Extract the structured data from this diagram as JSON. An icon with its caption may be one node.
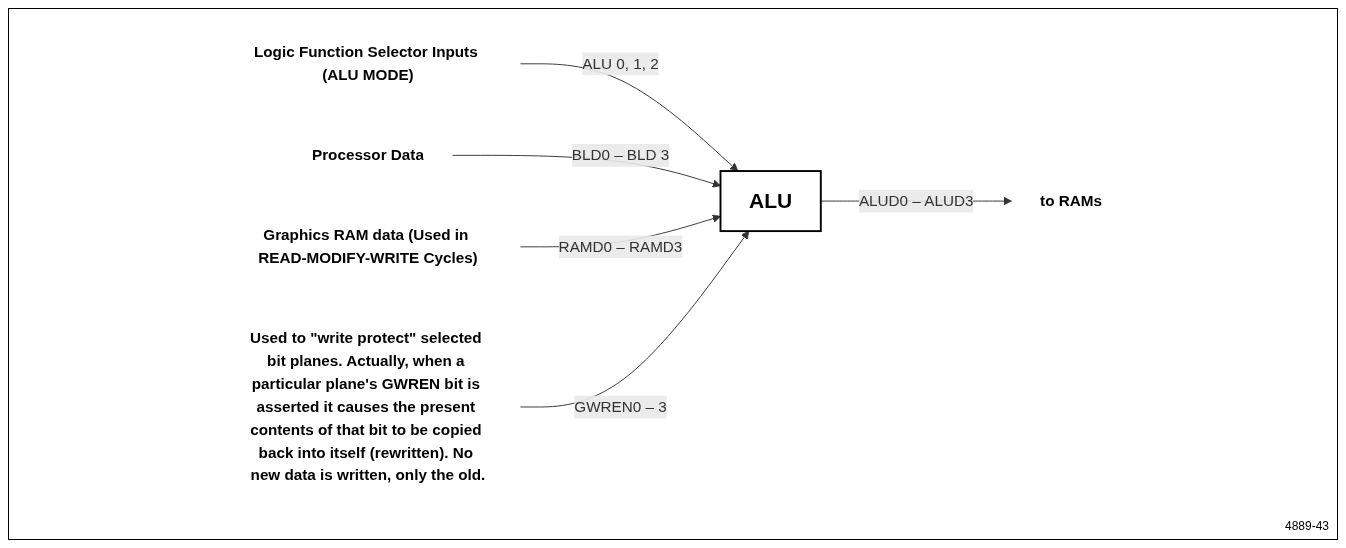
{
  "diagram": {
    "nodes": [
      {
        "text": [
          "Logic Function Selector Inputs (ALU MODE)"
        ]
      },
      {
        "text": [
          "Processor Data"
        ]
      },
      {
        "text": [
          "ALU"
        ]
      },
      {
        "text": [
          "to RAMs"
        ]
      },
      {
        "text": [
          "Graphics RAM data (Used in READ-MODIFY-WRITE Cycles)"
        ]
      },
      {
        "text": [
          "Used to \"write protect\" selected bit planes. Actually, when a particular plane's GWREN bit is asserted it causes the present contents of that bit to be copied back into itself (rewritten). No new data is written, only the old."
        ]
      }
    ],
    "edges": [
      {
        "from": 0,
        "to": 2,
        "arrow": "to",
        "label": "ALU 0, 1, 2"
      },
      {
        "from": 1,
        "to": 2,
        "arrow": "to",
        "label": "BLD0 – BLD 3"
      },
      {
        "from": 4,
        "to": 2,
        "arrow": "to",
        "label": "RAMD0 – RAMD3"
      },
      {
        "from": 5,
        "to": 2,
        "arrow": "to",
        "label": "GWREN0 – 3"
      },
      {
        "from": 2,
        "to": 3,
        "arrow": "to",
        "label": "ALUD0 – ALUD3"
      }
    ],
    "labels": [
      "4889-43"
    ]
  }
}
